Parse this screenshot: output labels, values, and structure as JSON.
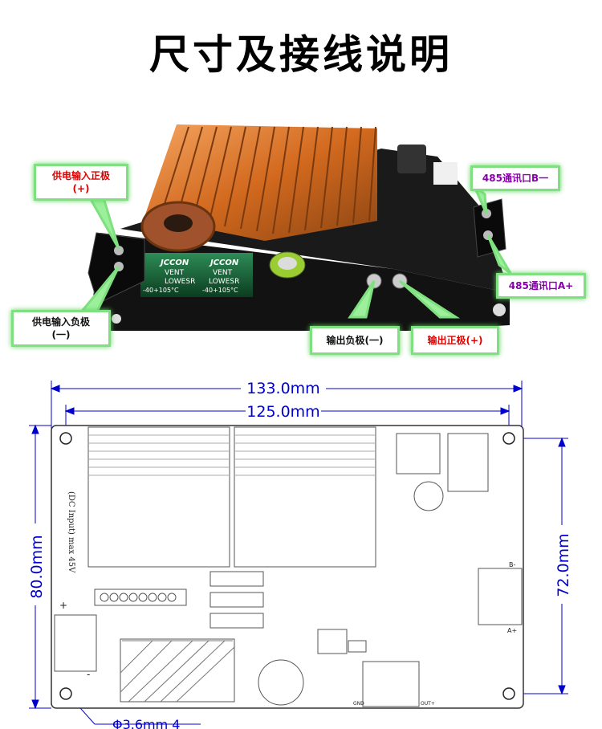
{
  "title": "尺寸及接线说明",
  "callouts": {
    "power_in_positive_line1": "供电输入正极",
    "power_in_positive_line2": "(+)",
    "power_in_negative_line1": "供电输入负极",
    "power_in_negative_line2": "(一)",
    "output_negative": "输出负极(一)",
    "output_positive": "输出正极(+)",
    "rs485_b": "485通讯口B一",
    "rs485_a": "485通讯口A+"
  },
  "capacitor_labels": {
    "brand": "JCCON",
    "vent": "VENT",
    "lowesr": "LOWESR",
    "temp": "-40+105°C"
  },
  "dimensions": {
    "overall_width": "133.0mm",
    "hole_spacing_width": "125.0mm",
    "overall_height": "80.0mm",
    "hole_spacing_height": "72.0mm",
    "hole_diameter": "Φ3.6mm 4"
  },
  "board_marks": {
    "dc_input_text": "(DC Input) max 45V",
    "plus": "+",
    "minus": "-",
    "b_minus": "B-",
    "a_plus": "A+",
    "gnd": "GND",
    "out_plus": "OUT+"
  },
  "colors": {
    "callout_border": "#7ee07e",
    "callout_red_text": "#e00000",
    "callout_purple_text": "#8800aa",
    "dimension_lines": "#0000cc",
    "heatsink": "#d2691e",
    "pcb": "#111111"
  }
}
